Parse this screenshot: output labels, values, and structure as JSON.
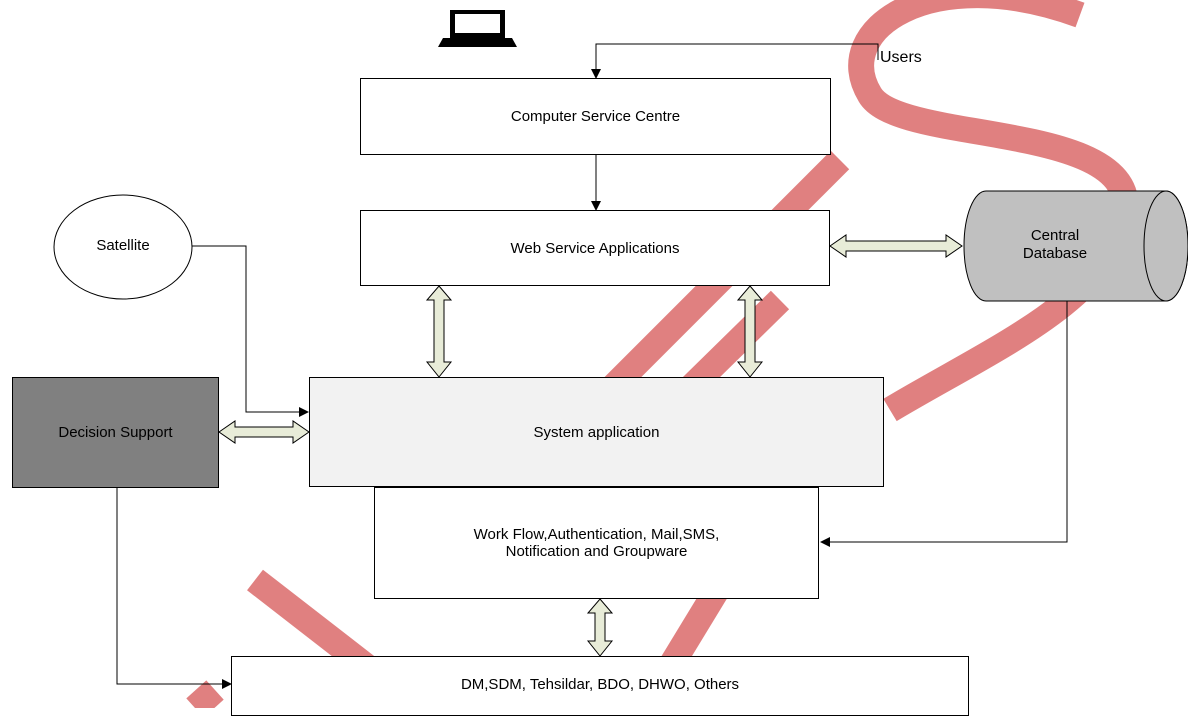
{
  "diagram": {
    "users_label": "Users",
    "laptop_icon": "laptop-icon",
    "csc": "Computer Service Centre",
    "web": "Web Service Applications",
    "satellite": "Satellite",
    "database_line1": "Central",
    "database_line2": "Database",
    "decision": "Decision Support",
    "system": "System application",
    "workflow_line1": "Work Flow,Authentication, Mail,SMS,",
    "workflow_line2": "Notification and Groupware",
    "officials": "DM,SDM, Tehsildar, BDO, DHWO, Others"
  },
  "colors": {
    "watermark": "#e08080",
    "decision_fill": "#808080",
    "database_fill": "#c0c0c0",
    "system_fill": "#f2f2f2",
    "arrow_fill": "#e8ecd8"
  }
}
